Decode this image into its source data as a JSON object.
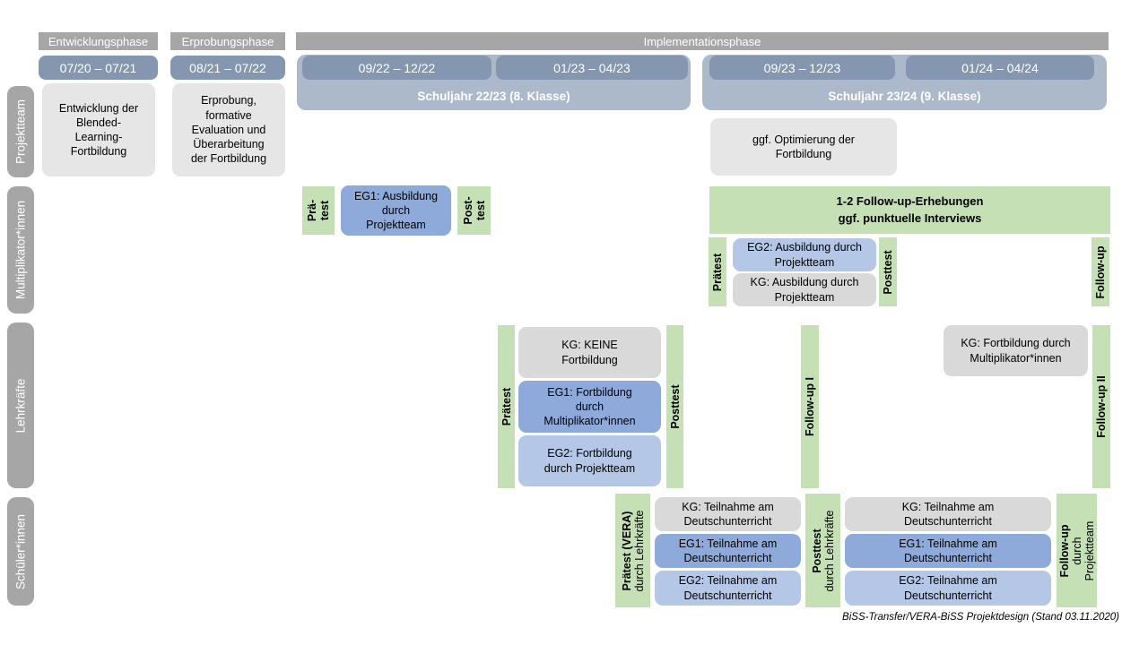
{
  "colors": {
    "phase_bar": "#a6a6a6",
    "period_bar": "#8496b0",
    "school_year_bar": "#acb9ca",
    "row_label_bar": "#a6a6a6",
    "box_neutral": "#e7e6e6",
    "box_kg": "#d9d9d9",
    "box_eg1": "#8eaadb",
    "box_eg2": "#b4c7e7",
    "box_green": "#c5e0b4"
  },
  "phases": {
    "p1": "Entwicklungsphase",
    "p2": "Erprobungsphase",
    "p3": "Implementationsphase"
  },
  "periods": {
    "p1": "07/20 – 07/21",
    "p2": "08/21 – 07/22",
    "p3": "09/22 – 12/22",
    "p4": "01/23 – 04/23",
    "p5": "09/23 – 12/23",
    "p6": "01/24 – 04/24"
  },
  "school_years": {
    "y1": "Schuljahr 22/23 (8. Klasse)",
    "y2": "Schuljahr 23/24 (9. Klasse)"
  },
  "row_labels": {
    "r1": "Projektteam",
    "r2": "Multiplikator*innen",
    "r3": "Lehrkräfte",
    "r4": "Schüler*innen"
  },
  "projektteam": {
    "entwicklung": "Entwicklung der\nBlended-\nLearning-\nFortbildung",
    "erprobung": "Erprobung,\nformative\nEvaluation und\nÜberarbeitung\nder Fortbildung",
    "optimierung": "ggf. Optimierung der\nFortbildung"
  },
  "multiplikatoren": {
    "praetest_sj1": {
      "l1": "Prä-",
      "l2": "test"
    },
    "eg1": "EG1: Ausbildung\ndurch\nProjektteam",
    "posttest_sj1": {
      "l1": "Post-",
      "l2": "test"
    },
    "followup_box": {
      "l1": "1-2 Follow-up-Erhebungen",
      "l2": "ggf. punktuelle Interviews"
    },
    "praetest_sj2": "Prätest",
    "eg2": "EG2: Ausbildung durch\nProjektteam",
    "kg": "KG: Ausbildung durch\nProjektteam",
    "posttest_sj2": "Posttest",
    "followup": "Follow-up"
  },
  "lehrkraefte": {
    "praetest": "Prätest",
    "kg": "KG: KEINE\nFortbildung",
    "eg1": "EG1: Fortbildung\ndurch\nMultiplikator*innen",
    "eg2": "EG2: Fortbildung\ndurch Projektteam",
    "posttest": "Posttest",
    "followup1": "Follow-up I",
    "kg2": "KG: Fortbildung durch\nMultiplikator*innen",
    "followup2": "Follow-up II"
  },
  "schueler": {
    "praetest": {
      "l1": "Prätest (VERA)",
      "l2": "durch Lehrkräfte"
    },
    "kg": "KG: Teilnahme am\nDeutschunterricht",
    "eg1": "EG1: Teilnahme am\nDeutschunterricht",
    "eg2": "EG2: Teilnahme am\nDeutschunterricht",
    "posttest": {
      "l1": "Posttest",
      "l2": "durch Lehrkräfte"
    },
    "followup": {
      "l1": "Follow-up",
      "l2": "durch",
      "l3": "Projektteam"
    }
  },
  "footer": "BiSS-Transfer/VERA-BiSS Projektdesign (Stand 03.11.2020)"
}
